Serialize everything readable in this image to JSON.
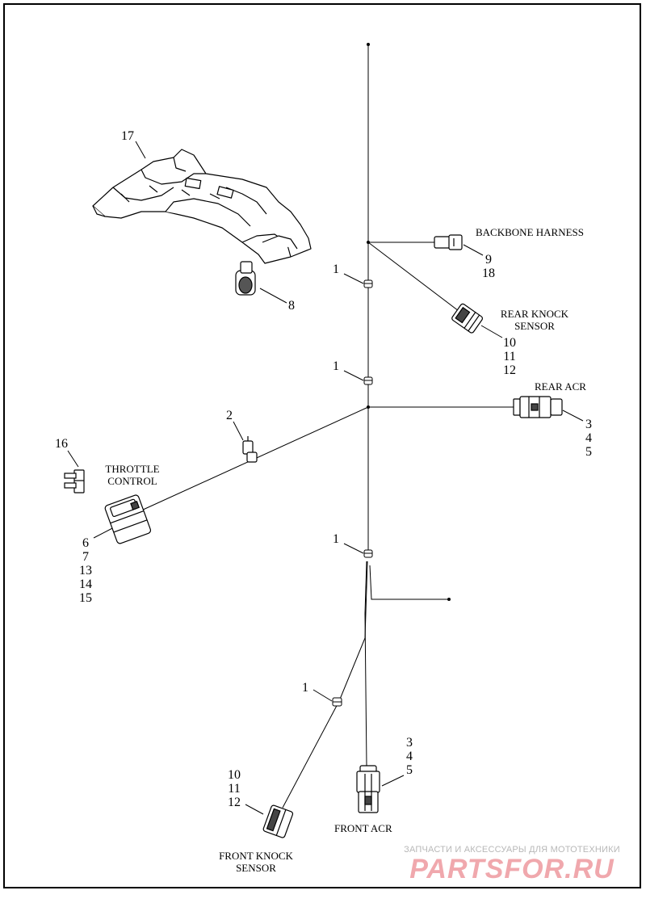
{
  "labels": {
    "backbone_harness": "BACKBONE HARNESS",
    "rear_knock_sensor_line1": "REAR KNOCK",
    "rear_knock_sensor_line2": "SENSOR",
    "rear_acr": "REAR ACR",
    "throttle_control_line1": "THROTTLE",
    "throttle_control_line2": "CONTROL",
    "front_acr": "FRONT ACR",
    "front_knock_sensor_line1": "FRONT KNOCK",
    "front_knock_sensor_line2": "SENSOR"
  },
  "callouts": {
    "c17": "17",
    "c8": "8",
    "c1_a": "1",
    "c1_b": "1",
    "c1_c": "1",
    "c1_d": "1",
    "c2": "2",
    "c16": "16",
    "backbone": [
      "9",
      "18"
    ],
    "rear_knock": [
      "10",
      "11",
      "12"
    ],
    "rear_acr": [
      "3",
      "4",
      "5"
    ],
    "throttle": [
      "6",
      "7",
      "13",
      "14",
      "15"
    ],
    "front_acr": [
      "3",
      "4",
      "5"
    ],
    "front_knock": [
      "10",
      "11",
      "12"
    ]
  },
  "watermark": {
    "tagline": "ЗАПЧАСТИ И АКСЕССУАРЫ ДЛЯ МОТОТЕХНИКИ",
    "logo": "PARTSFOR.RU",
    "colors": {
      "tagline": "#b8b8b8",
      "logo": "#f0a8ad"
    }
  }
}
